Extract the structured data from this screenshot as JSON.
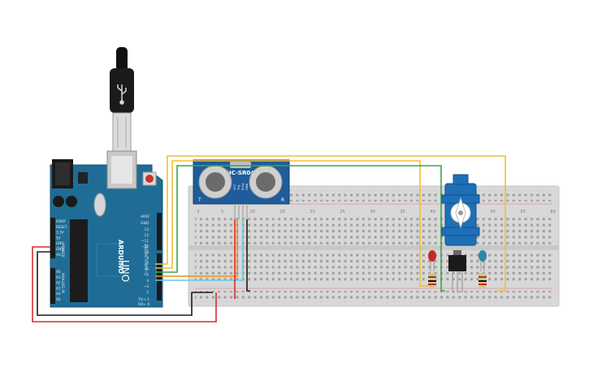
{
  "sensor": {
    "model": "HC-SR04",
    "pin_labels": [
      "VCC",
      "Trig",
      "Echo",
      "GND"
    ],
    "t_label": "T",
    "r_label": "R"
  },
  "arduino": {
    "logo": "ARDUINO",
    "model": "UNO",
    "aref": "AREF",
    "gnd": "GND",
    "digital_label": "DIGITAL (PWM~)",
    "power_label": "POWER",
    "analog_label": "ANALOG IN",
    "tx": "TX→ 1",
    "rx": "RX← 0",
    "power_pins": [
      "IOREF",
      "RESET",
      "3.3V",
      "5V",
      "GND",
      "GND",
      "Vin"
    ],
    "analog_pins": [
      "A0",
      "A1",
      "A2",
      "A3",
      "A4",
      "A5"
    ],
    "digital_pins": [
      "13",
      "12",
      "~11",
      "~10",
      "~9",
      "8",
      "7",
      "~6",
      "~5",
      "4",
      "~3",
      "2"
    ]
  },
  "breadboard": {
    "columns": [
      "1",
      "5",
      "10",
      "15",
      "20",
      "25",
      "30",
      "35",
      "40",
      "45",
      "50",
      "55",
      "60"
    ]
  },
  "wire_colors": {
    "yellow": "#f2c12e",
    "green": "#3aa64a",
    "cyan": "#6cc4e8",
    "red": "#d32f2f",
    "black": "#1a1a1a",
    "orange": "#f28e1c"
  },
  "led_colors": {
    "red_led": "#c62828",
    "blue_led": "#2e86a8"
  },
  "icons": {
    "usb": "usb-icon"
  }
}
